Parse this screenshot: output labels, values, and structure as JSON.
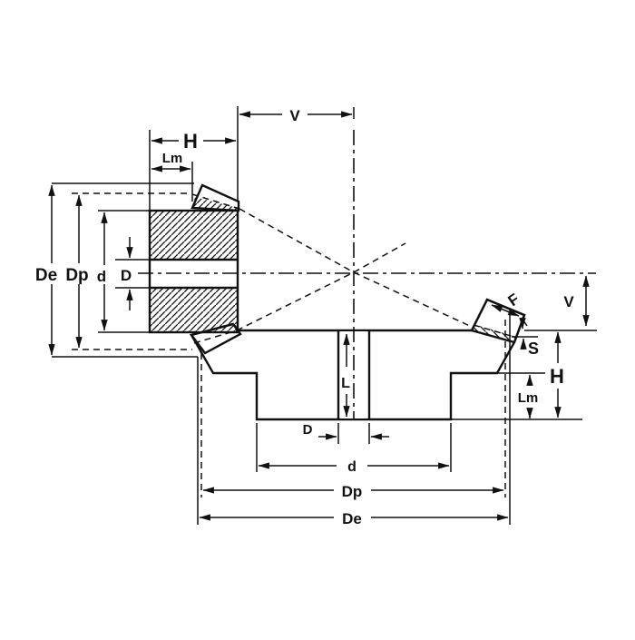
{
  "diagram": {
    "kind": "bevel-gear-pair dimension drawing",
    "background_color": "#ffffff",
    "ink_color": "#111111"
  },
  "labels": {
    "de_left": {
      "text": "De"
    },
    "dp_left": {
      "text": "Dp"
    },
    "d_left": {
      "text": "d"
    },
    "bore_left": {
      "text": "D"
    },
    "h_top": {
      "text": "H"
    },
    "lm_top": {
      "text": "Lm"
    },
    "v_top": {
      "text": "V"
    },
    "v_right": {
      "text": "V"
    },
    "f_label": {
      "text": "F"
    },
    "s_label": {
      "text": "S"
    },
    "h_right": {
      "text": "H"
    },
    "lm_right": {
      "text": "Lm"
    },
    "l_label": {
      "text": "L"
    },
    "bore_bottom": {
      "text": "D"
    },
    "d_bottom": {
      "text": "d"
    },
    "dp_bottom": {
      "text": "Dp"
    },
    "de_bottom": {
      "text": "De"
    }
  }
}
